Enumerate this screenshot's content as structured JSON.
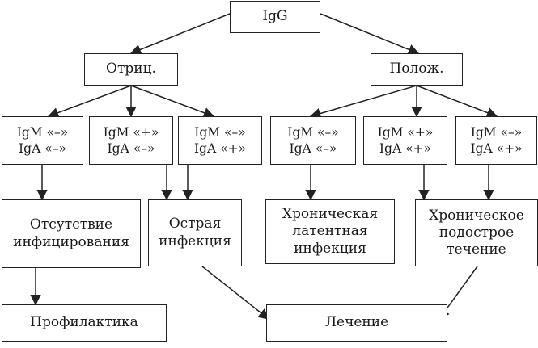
{
  "nodes": {
    "root": "IgG",
    "neg": "Отриц.",
    "pos": "Полож.",
    "t1": "IgM «–»\nIgA «–»",
    "t2": "IgM «+»\nIgA «–»",
    "t3": "IgM «–»\nIgA «+»",
    "t4": "IgM «–»\nIgA «–»",
    "t5": "IgM «+»\nIgA «+»",
    "t6": "IgM «–»\nIgA «+»",
    "r1": "Отсутствие\nинфицирования",
    "r2": "Острая\nинфекция",
    "r3": "Хроническая\nлатентная\nинфекция",
    "r4": "Хроническое\nподострое\nтечение",
    "a1": "Профилактика",
    "a2": "Лечение"
  },
  "colors": {
    "line": "#222222",
    "box_border": "#222222",
    "background": "#ffffff"
  }
}
